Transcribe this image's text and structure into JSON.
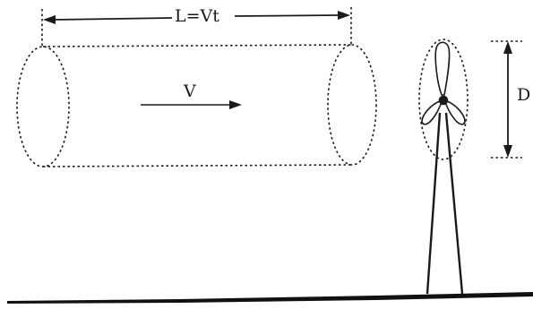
{
  "diagram": {
    "length_label": "L=Vt",
    "velocity_label": "V",
    "diameter_label": "D"
  },
  "colors": {
    "ink": "#1a1a1a",
    "ground": "#111111",
    "background": "#ffffff"
  },
  "icons": {
    "turbine": "wind-turbine-icon"
  }
}
